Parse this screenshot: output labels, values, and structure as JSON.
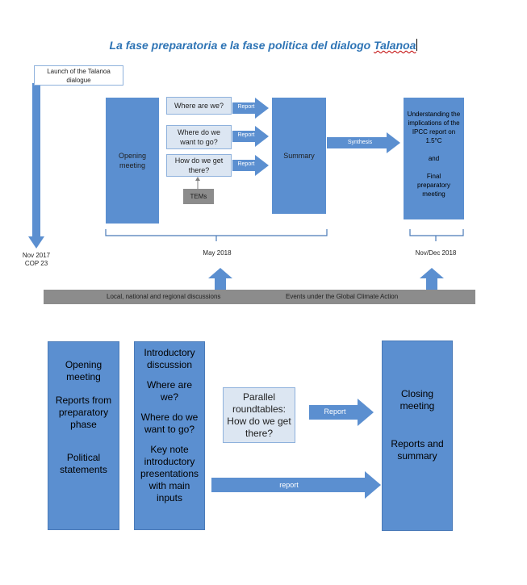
{
  "title": {
    "prefix": "La fase preparatoria e la fase politica del dialogo ",
    "underlined": "Talanoa"
  },
  "top": {
    "launch": "Launch of the Talanoa dialogue",
    "nov2017": "Nov 2017",
    "cop23": "COP 23",
    "opening_meeting": "Opening meeting",
    "questions": [
      "Where are we?",
      "Where do we want to go?",
      "How do we get there?"
    ],
    "report_labels": [
      "Report",
      "Report",
      "Report"
    ],
    "tems": "TEMs",
    "summary": "Summary",
    "synthesis": "Synthesis",
    "ipcc_lines": [
      "Understanding the implications of the IPCC report on 1.5°C",
      "and",
      "Final preparatory meeting"
    ],
    "may2018": "May 2018",
    "novdec2018": "Nov/Dec 2018",
    "band_left": "Local, national and regional discussions",
    "band_right": "Events under the Global Climate Action"
  },
  "bottom": {
    "col1": [
      "Opening meeting",
      "Reports from preparatory phase",
      "Political statements"
    ],
    "col2": [
      "Introductory discussion",
      "Where are we?",
      "Where do we want to go?",
      "Key note introductory presentations with main inputs"
    ],
    "parallel": "Parallel roundtables: How do we get there?",
    "report_upper": "Report",
    "report_lower": "report",
    "closing": [
      "Closing meeting",
      "Reports and summary"
    ]
  },
  "colors": {
    "box_blue": "#5b8fd0",
    "light_box": "#dce6f2",
    "band_gray": "#8c8c8c",
    "title_blue": "#2e74b5"
  }
}
